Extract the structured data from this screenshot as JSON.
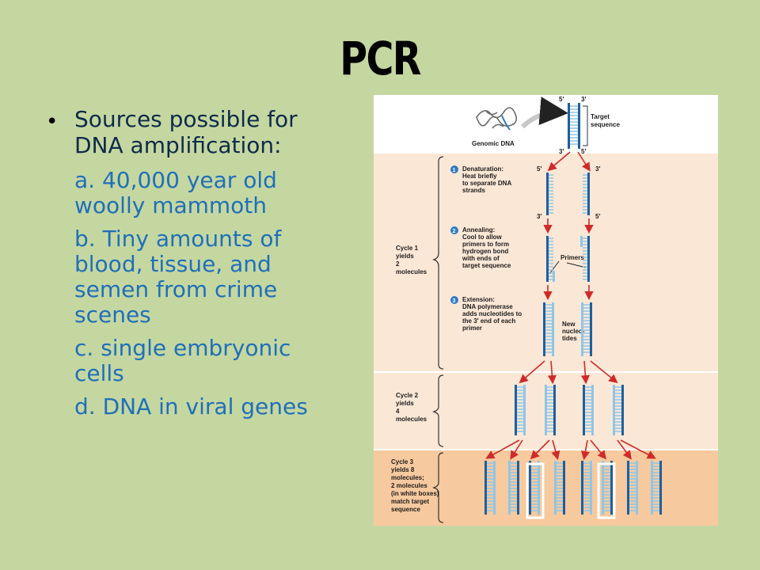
{
  "slide": {
    "title": "PCR"
  },
  "bullet": {
    "text": "Sources possible for DNA amplification:",
    "items": [
      "a. 40,000 year old woolly mammoth",
      "b. Tiny amounts of blood, tissue, and semen from crime scenes",
      "c. single embryonic cells",
      "d. DNA in viral genes"
    ]
  },
  "figure": {
    "genomic_dna": "Genomic DNA",
    "target_seq": [
      "Target",
      "sequence"
    ],
    "strand_ends": {
      "five": "5′",
      "three": "3′"
    },
    "steps": [
      {
        "num": "1",
        "lines": [
          "Denaturation:",
          "Heat briefly",
          "to separate DNA",
          "strands"
        ]
      },
      {
        "num": "2",
        "lines": [
          "Annealing:",
          "Cool to allow",
          "primers to form",
          "hydrogen bond",
          "with ends of",
          "target sequence"
        ]
      },
      {
        "num": "3",
        "lines": [
          "Extension:",
          "DNA polymerase",
          "adds nucleotides to",
          "the 3′ end of each",
          "primer"
        ]
      }
    ],
    "primers_label": "Primers",
    "new_nucleotides": [
      "New",
      "nucleo-",
      "tides"
    ],
    "cycles": [
      {
        "lines": [
          "Cycle 1",
          "yields",
          "2",
          "molecules"
        ]
      },
      {
        "lines": [
          "Cycle 2",
          "yields",
          "4",
          "molecules"
        ]
      },
      {
        "lines": [
          "Cycle 3",
          "yields 8",
          "molecules;",
          "2 molecules",
          "(in white boxes)",
          "match target",
          "sequence"
        ]
      }
    ],
    "colors": {
      "dark_strand": "#1f5f9e",
      "light_strand": "#8ec6e6",
      "arrow": "#d02a2a",
      "panel_top": "#ffffff",
      "panel_light": "#fbe7d6",
      "panel_dark": "#f7c99e"
    }
  }
}
